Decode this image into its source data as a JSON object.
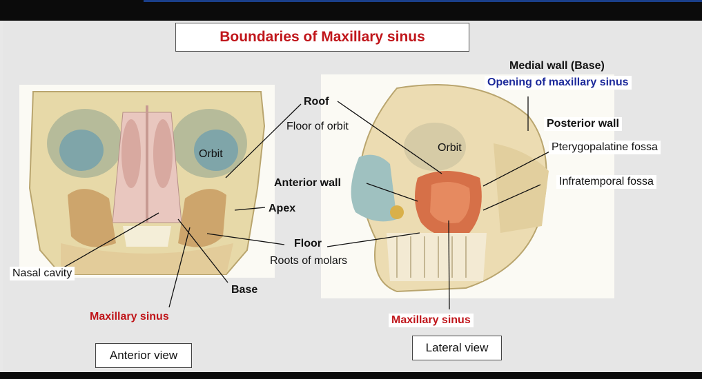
{
  "title": "Boundaries of Maxillary sinus",
  "colors": {
    "title_red": "#c0161b",
    "label_blue": "#1d2a9b"
  },
  "anterior": {
    "view_label": "Anterior view",
    "labels": {
      "roof": "Roof",
      "floor_of_orbit": "Floor of orbit",
      "orbit": "Orbit",
      "apex": "Apex",
      "floor": "Floor",
      "roots_of_molars": "Roots of molars",
      "nasal_cavity": "Nasal cavity",
      "base": "Base",
      "maxillary_sinus": "Maxillary  sinus"
    }
  },
  "lateral": {
    "view_label": "Lateral view",
    "labels": {
      "medial_wall": "Medial wall (Base)",
      "opening": "Opening of maxillary sinus",
      "posterior_wall": "Posterior  wall",
      "pterygopalatine": "Pterygopalatine fossa",
      "infratemporal": "Infratemporal fossa",
      "orbit": "Orbit",
      "anterior_wall": "Anterior  wall",
      "maxillary_sinus": "Maxillary sinus"
    }
  }
}
